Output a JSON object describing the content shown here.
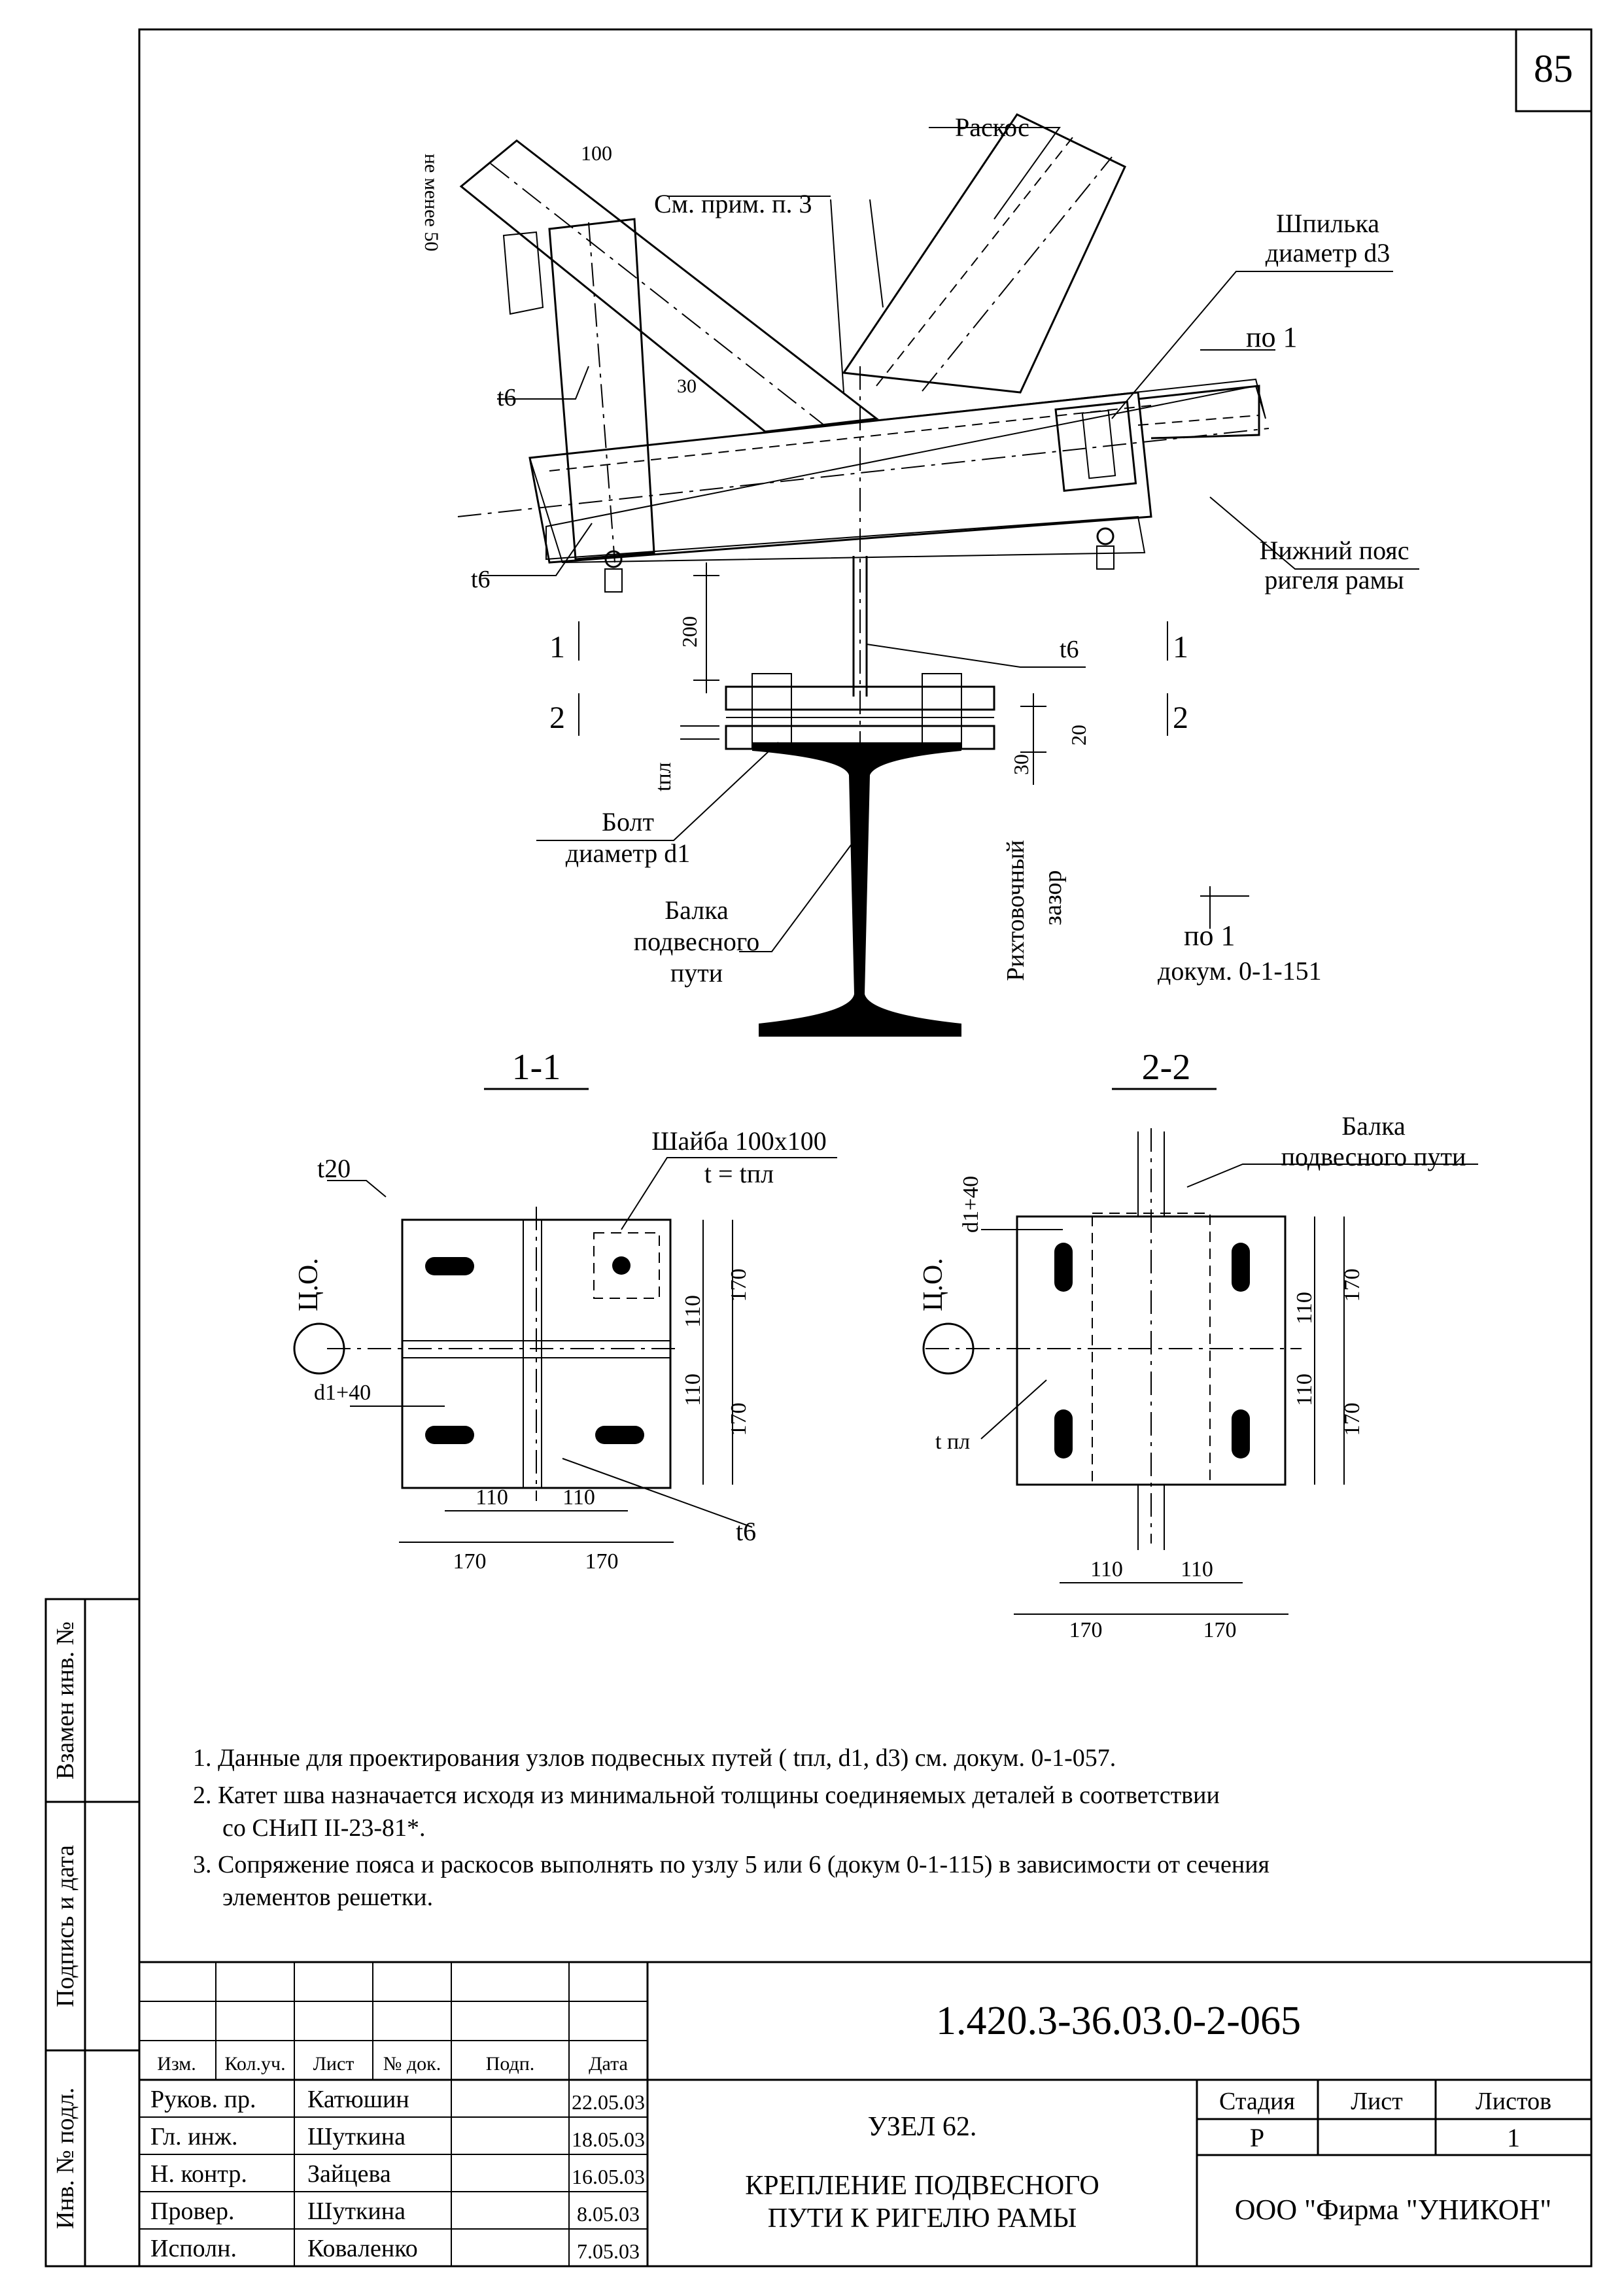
{
  "sheet": {
    "page_number": "85",
    "doc_code": "1.420.3-36.03.0-2-065",
    "title_line1": "УЗЕЛ 62.",
    "title_line2": "КРЕПЛЕНИЕ ПОДВЕСНОГО",
    "title_line3": "ПУТИ   К РИГЕЛЮ РАМЫ",
    "stage_header": "Стадия",
    "sheet_header": "Лист",
    "sheets_header": "Листов",
    "stage": "Р",
    "sheet_no": "",
    "sheets_total": "1",
    "company": "ООО  \"Фирма \"УНИКОН\""
  },
  "side_stamps": {
    "replace": "Взамен инв. №",
    "sign_date": "Подпись и дата",
    "inv_original": "Инв. № подл."
  },
  "stamp_header": {
    "change": "Изм.",
    "qty": "Кол.уч.",
    "sheet": "Лист",
    "doc_no": "№ док.",
    "signature": "Подп.",
    "date": "Дата"
  },
  "signatories": [
    {
      "role": "Руков. пр.",
      "name": "Катюшин",
      "date": "22.05.03"
    },
    {
      "role": "Гл. инж.",
      "name": "Шуткина",
      "date": "18.05.03"
    },
    {
      "role": "Н. контр.",
      "name": "Зайцева",
      "date": "16.05.03"
    },
    {
      "role": "Провер.",
      "name": "Шуткина",
      "date": "8.05.03"
    },
    {
      "role": "Исполн.",
      "name": "Коваленко",
      "date": "7.05.03"
    }
  ],
  "main_view": {
    "raskos": "Раскос",
    "see_note": "См. прим. п. 3",
    "stud_line1": "Шпилька",
    "stud_line2": "диаметр d3",
    "view_ref_top": "по 1",
    "not_less": "не менее 50",
    "dim_100": "100",
    "dim_30": "30",
    "t6_a": "t6",
    "t6_b": "t6",
    "t6_c": "t6",
    "chord_line1": "Нижний пояс",
    "chord_line2": "ригеля рамы",
    "dim_200": "200",
    "sec1_left": "1",
    "sec1_right": "1",
    "sec2_left": "2",
    "sec2_right": "2",
    "dim_20": "20",
    "dim_30b": "30",
    "t_pl": "tпл",
    "bolt_line1": "Болт",
    "bolt_line2": "диаметр d1",
    "beam_line1": "Балка",
    "beam_line2": "подвесного",
    "beam_line3": "пути",
    "gap_line1": "Рихтовочный",
    "gap_line2": "зазор",
    "view_ref_bottom": "по 1",
    "doc_ref": "докум. 0-1-151"
  },
  "section_1_1": {
    "title": "1-1",
    "plate": "t20",
    "washer_line1": "Шайба 100x100",
    "washer_line2": "t = tпл",
    "co": "Ц.О.",
    "slot": "d1+40",
    "d110a": "110",
    "d110b": "110",
    "d170a": "170",
    "d170b": "170",
    "h110a": "110",
    "h110b": "110",
    "h170a": "170",
    "h170b": "170",
    "t6": "t6"
  },
  "section_2_2": {
    "title": "2-2",
    "beam_line1": "Балка",
    "beam_line2": "подвесного пути",
    "slot": "d1+40",
    "co": "Ц.О.",
    "tpl": "t пл",
    "d110a": "110",
    "d110b": "110",
    "d170a": "170",
    "d170b": "170",
    "v110a": "110",
    "v110b": "110",
    "v170a": "170",
    "v170b": "170"
  },
  "notes": [
    "1. Данные для проектирования узлов подвесных путей ( tпл, d1, d3) см. докум. 0-1-057.",
    "2. Катет шва назначается исходя из минимальной толщины соединяемых деталей в соответствии",
    "со СНиП II-23-81*.",
    "3. Сопряжение пояса и раскосов выполнять по узлу 5 или 6 (докум 0-1-115) в зависимости от сечения",
    "элементов решетки."
  ]
}
